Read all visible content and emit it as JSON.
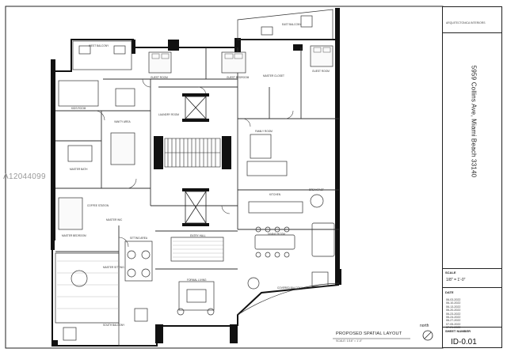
{
  "watermark": "A12044099",
  "firm_line": "ARQUITECTONICA INTERIORS",
  "address": "5959 Collins Ave, Miami Beach 33140",
  "scale": {
    "label": "SCALE",
    "value": "1/8\" = 1'-0\""
  },
  "date": {
    "label": "DATE",
    "values": [
      "06-03-2022",
      "06-10-2022",
      "06-13-2022",
      "06-20-2022",
      "06-23-2022",
      "06-24-2022",
      "06-27-2022",
      "07-05-2022",
      "07-21-2022"
    ]
  },
  "sheet": {
    "label": "SHEET NUMBER",
    "value": "ID-0.01"
  },
  "drawing_title": "PROPOSED SPATIAL LAYOUT",
  "drawing_scale": "SCALE: 1/16\" = 1'-0\"",
  "north_label": "north",
  "rooms": {
    "west_balcony": "WEST BALCONY",
    "east_balcony": "EAST BALCONY",
    "guest_room_1": "GUEST ROOM",
    "guest_bedroom": "GUEST BEDROOM",
    "guest_room_2": "GUEST ROOM",
    "master_closet": "MASTER CLOSET",
    "kids_room": "KIDS ROOM",
    "master_bath": "MASTER BATH",
    "vanity": "VANITY AREA",
    "laundry": "LAUNDRY ROOM",
    "family": "FAMILY ROOM",
    "kitchen": "KITCHEN",
    "breakfast": "BREAKFAST",
    "master_bedroom": "MASTER BEDROOM",
    "coffee_station": "COFFEE STATION",
    "sitting": "SITTING AREA",
    "entry_hall": "ENTRY HALL",
    "dining": "DINING ROOM",
    "formal_living": "FORMAL LIVING",
    "master_sitting": "MASTER SITTING",
    "covered_balcony": "COVERED BALCONY",
    "south_balcony": "SOUTH BALCONY",
    "master_wic": "MASTER WIC"
  }
}
